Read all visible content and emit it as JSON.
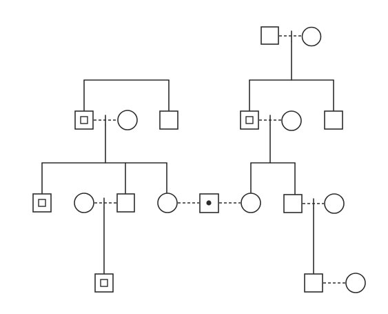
{
  "diagram": {
    "type": "pedigree-chart",
    "colors": {
      "line": "#2b2b2b",
      "background": "#ffffff"
    },
    "symbols": {
      "male": "square",
      "female": "circle",
      "carrier_male": "square-with-inner-square",
      "affected_male": "square-with-dot"
    },
    "generations": [
      {
        "level": 1,
        "individuals": [
          {
            "id": "g1-m-right",
            "sex": "male",
            "status": "unaffected"
          },
          {
            "id": "g1-f-right",
            "sex": "female",
            "status": "unaffected"
          }
        ],
        "unions": [
          [
            "g1-m-right",
            "g1-f-right"
          ]
        ]
      },
      {
        "level": 2,
        "individuals": [
          {
            "id": "g2-m-carrier-left",
            "sex": "male",
            "status": "carrier"
          },
          {
            "id": "g2-f-left",
            "sex": "female",
            "status": "unaffected"
          },
          {
            "id": "g2-m-left",
            "sex": "male",
            "status": "unaffected"
          },
          {
            "id": "g2-m-carrier-right",
            "sex": "male",
            "status": "carrier"
          },
          {
            "id": "g2-f-right",
            "sex": "female",
            "status": "unaffected"
          },
          {
            "id": "g2-m-right",
            "sex": "male",
            "status": "unaffected"
          }
        ],
        "unions": [
          [
            "g2-m-carrier-left",
            "g2-f-left"
          ],
          [
            "g2-m-carrier-right",
            "g2-f-right"
          ]
        ]
      },
      {
        "level": 3,
        "individuals": [
          {
            "id": "g3-m-carrier",
            "sex": "male",
            "status": "carrier"
          },
          {
            "id": "g3-f-1",
            "sex": "female",
            "status": "unaffected"
          },
          {
            "id": "g3-m-1",
            "sex": "male",
            "status": "unaffected"
          },
          {
            "id": "g3-f-2",
            "sex": "female",
            "status": "unaffected"
          },
          {
            "id": "g3-m-affected",
            "sex": "male",
            "status": "affected"
          },
          {
            "id": "g3-f-3",
            "sex": "female",
            "status": "unaffected"
          },
          {
            "id": "g3-m-2",
            "sex": "male",
            "status": "unaffected"
          },
          {
            "id": "g3-f-4",
            "sex": "female",
            "status": "unaffected"
          }
        ],
        "unions": [
          [
            "g3-f-1",
            "g3-m-1"
          ],
          [
            "g3-f-2",
            "g3-m-affected"
          ],
          [
            "g3-m-affected",
            "g3-f-3"
          ],
          [
            "g3-m-2",
            "g3-f-4"
          ]
        ]
      },
      {
        "level": 4,
        "individuals": [
          {
            "id": "g4-m-carrier",
            "sex": "male",
            "status": "carrier"
          },
          {
            "id": "g4-m",
            "sex": "male",
            "status": "unaffected"
          },
          {
            "id": "g4-f",
            "sex": "female",
            "status": "unaffected"
          }
        ],
        "unions": [
          [
            "g4-m",
            "g4-f"
          ]
        ]
      }
    ]
  }
}
